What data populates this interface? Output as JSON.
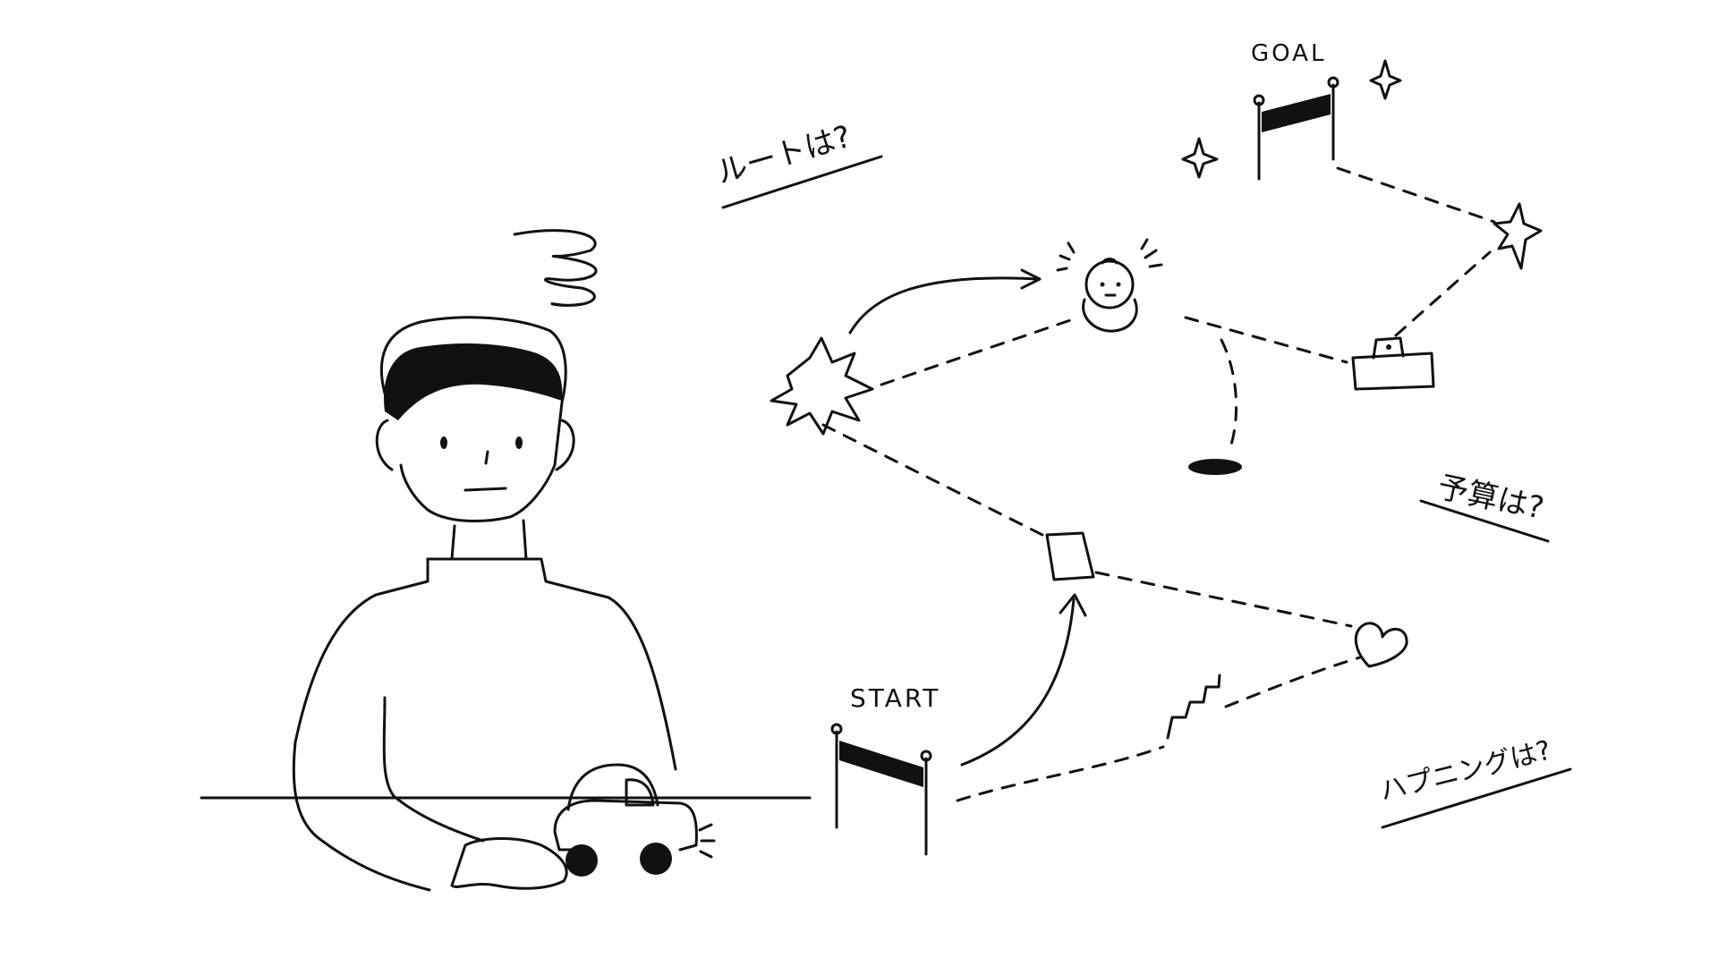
{
  "labels": {
    "goal": "GOAL",
    "start": "START",
    "route_question": "ルートは?",
    "budget_question": "予算は?",
    "happening_question": "ハプニングは?"
  },
  "colors": {
    "ink": "#111111",
    "background": "#ffffff"
  }
}
